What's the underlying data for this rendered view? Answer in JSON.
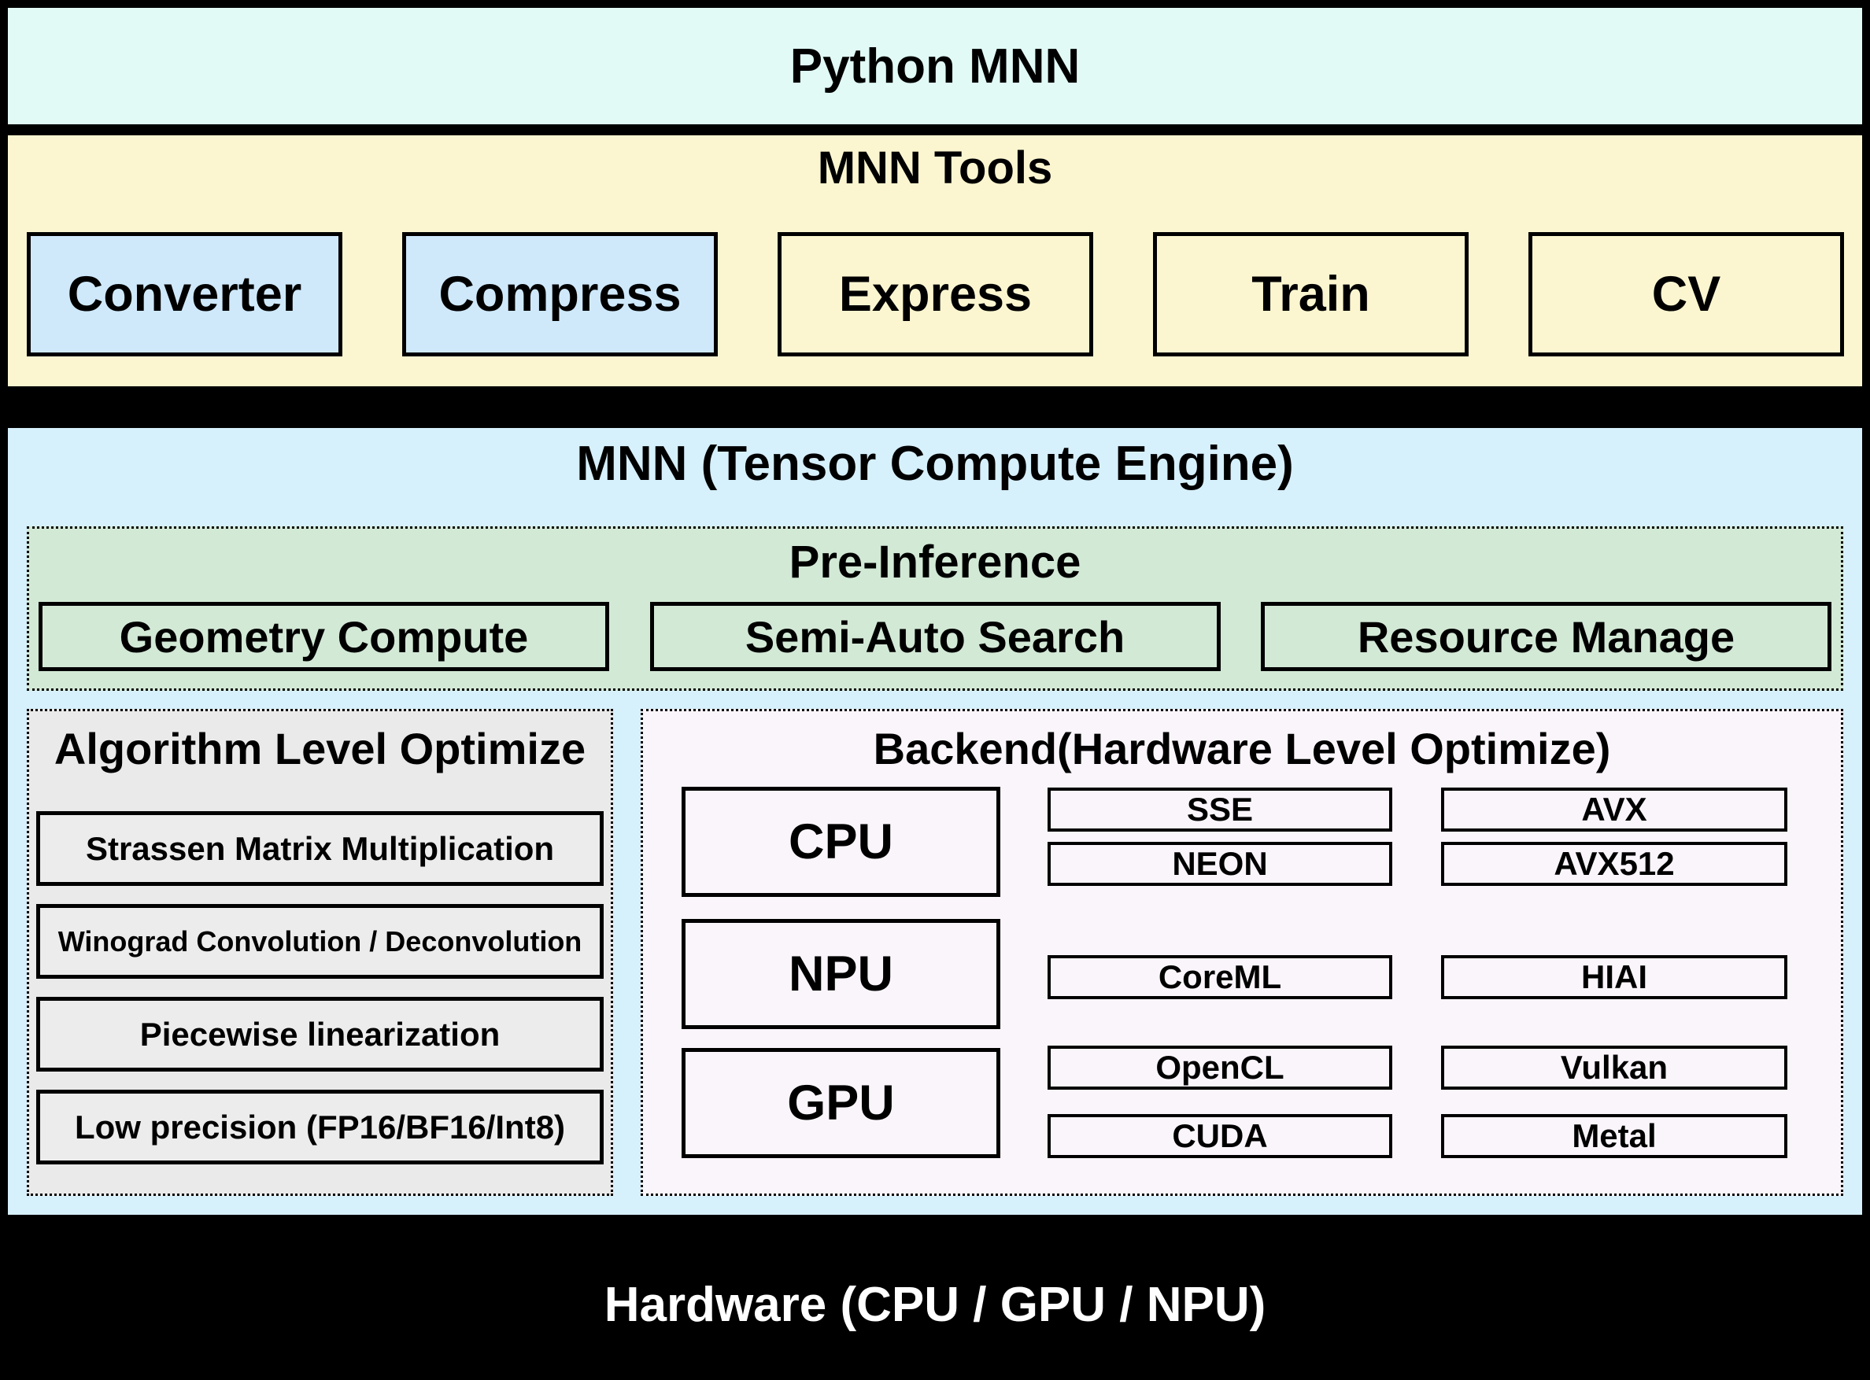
{
  "colors": {
    "background": "#000000",
    "python_band": "#E1FAF6",
    "tools_band": "#FBF6D0",
    "tool_highlight": "#CFE9FB",
    "engine_band": "#D6F0FC",
    "pre_inference_green": "#D2E9D6",
    "algorithm_gray": "#EAEAEA",
    "backend_lavender": "#FAF5FB",
    "border": "#000000",
    "hardware_text": "#FFFFFF"
  },
  "python_band": {
    "title": "Python MNN"
  },
  "tools_band": {
    "title": "MNN Tools",
    "items": [
      {
        "label": "Converter",
        "highlighted": true
      },
      {
        "label": "Compress",
        "highlighted": true
      },
      {
        "label": "Express",
        "highlighted": false
      },
      {
        "label": "Train",
        "highlighted": false
      },
      {
        "label": "CV",
        "highlighted": false
      }
    ]
  },
  "engine": {
    "title": "MNN (Tensor Compute Engine)",
    "pre_inference": {
      "title": "Pre-Inference",
      "items": [
        "Geometry Compute",
        "Semi-Auto Search",
        "Resource Manage"
      ]
    },
    "algorithm": {
      "title": "Algorithm Level Optimize",
      "items": [
        "Strassen Matrix Multiplication",
        "Winograd Convolution / Deconvolution",
        "Piecewise linearization",
        "Low precision (FP16/BF16/Int8)"
      ]
    },
    "backend": {
      "title": "Backend(Hardware Level Optimize)",
      "processors": [
        "CPU",
        "NPU",
        "GPU"
      ],
      "cpu_apis": {
        "col1": [
          "SSE",
          "NEON"
        ],
        "col2": [
          "AVX",
          "AVX512"
        ]
      },
      "npu_apis": {
        "col1": [
          "CoreML"
        ],
        "col2": [
          "HIAI"
        ]
      },
      "gpu_apis": {
        "col1": [
          "OpenCL",
          "CUDA"
        ],
        "col2": [
          "Vulkan",
          "Metal"
        ]
      }
    }
  },
  "hardware_band": {
    "title": "Hardware (CPU / GPU / NPU)"
  }
}
